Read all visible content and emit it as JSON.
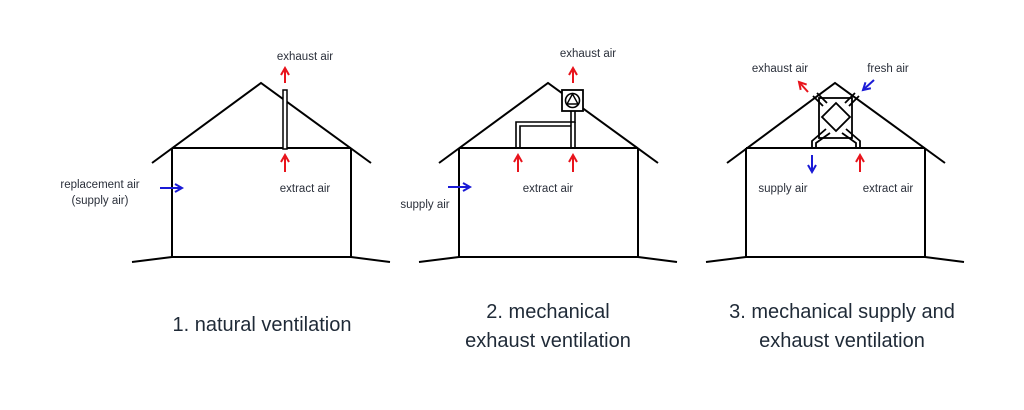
{
  "colors": {
    "exhaust_extract": "#e8141c",
    "supply_fresh": "#1a1ad6",
    "text": "#1f2a37"
  },
  "diagrams": [
    {
      "title": "1. natural ventilation",
      "labels": {
        "exhaust": "exhaust air",
        "extract": "extract air",
        "replacement_1": "replacement air",
        "replacement_2": "(supply air)"
      }
    },
    {
      "title_1": "2. mechanical",
      "title_2": "exhaust ventilation",
      "labels": {
        "exhaust": "exhaust air",
        "extract": "extract air",
        "supply": "supply air"
      }
    },
    {
      "title_1": "3. mechanical supply and",
      "title_2": "exhaust ventilation",
      "labels": {
        "exhaust": "exhaust air",
        "fresh": "fresh air",
        "supply": "supply air",
        "extract": "extract air"
      }
    }
  ]
}
